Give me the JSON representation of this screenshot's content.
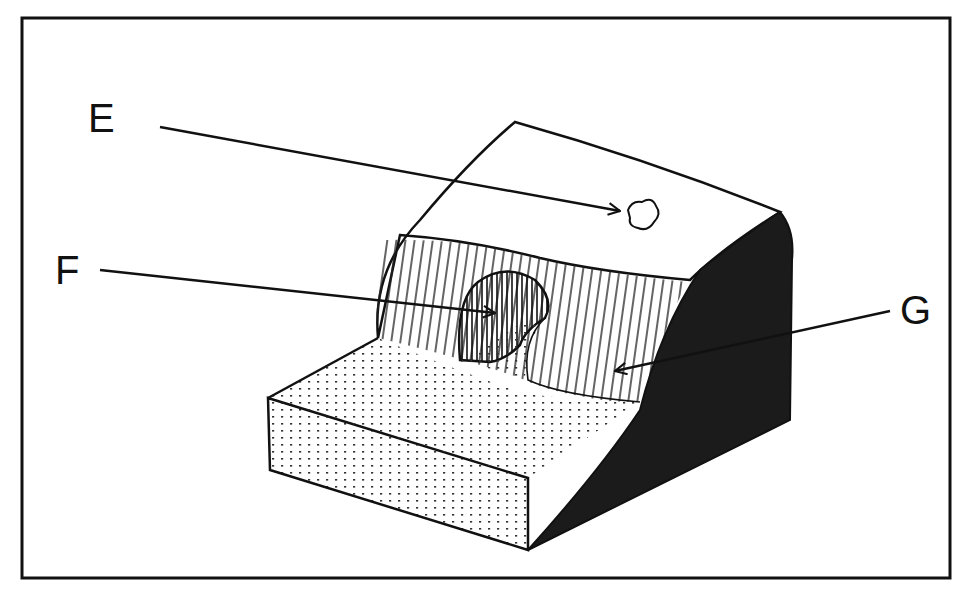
{
  "diagram": {
    "labels": [
      "E",
      "F",
      "G"
    ]
  }
}
